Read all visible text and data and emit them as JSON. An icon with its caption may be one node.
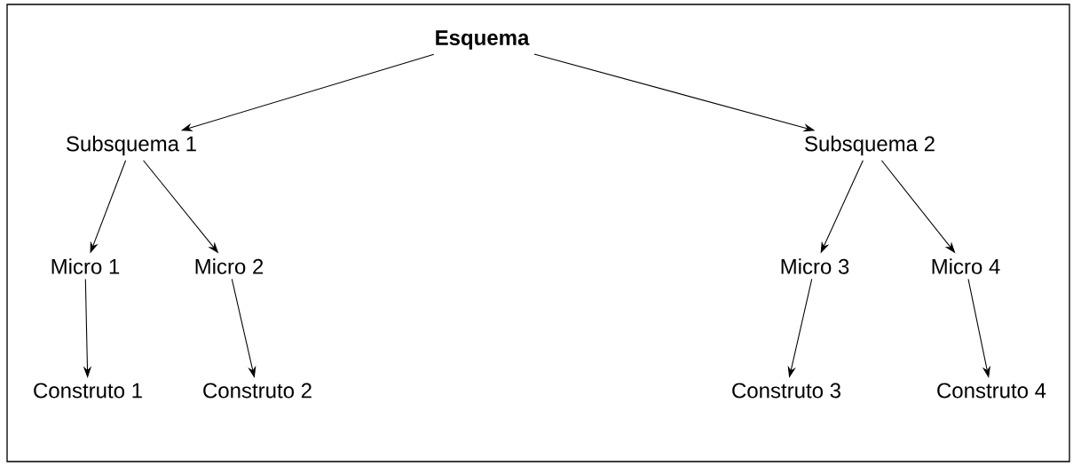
{
  "diagram": {
    "nodes": [
      {
        "text": [
          "Esquema"
        ]
      },
      {
        "text": [
          "Subsquema 1"
        ]
      },
      {
        "text": [
          "Subsquema 2"
        ]
      },
      {
        "text": [
          "Micro 1"
        ]
      },
      {
        "text": [
          "Micro 2"
        ]
      },
      {
        "text": [
          "Micro 3"
        ]
      },
      {
        "text": [
          "Micro 4"
        ]
      },
      {
        "text": [
          "Construto 1"
        ]
      },
      {
        "text": [
          "Construto 2"
        ]
      },
      {
        "text": [
          "Construto 3"
        ]
      },
      {
        "text": [
          "Construto 4"
        ]
      }
    ],
    "edges": [
      {
        "from": 0,
        "to": 1,
        "arrow": "to"
      },
      {
        "from": 0,
        "to": 2,
        "arrow": "to"
      },
      {
        "from": 1,
        "to": 3,
        "arrow": "to"
      },
      {
        "from": 1,
        "to": 4,
        "arrow": "to"
      },
      {
        "from": 2,
        "to": 5,
        "arrow": "to"
      },
      {
        "from": 2,
        "to": 6,
        "arrow": "to"
      },
      {
        "from": 3,
        "to": 7,
        "arrow": "to"
      },
      {
        "from": 4,
        "to": 8,
        "arrow": "to"
      },
      {
        "from": 5,
        "to": 9,
        "arrow": "to"
      },
      {
        "from": 6,
        "to": 10,
        "arrow": "to"
      }
    ]
  }
}
